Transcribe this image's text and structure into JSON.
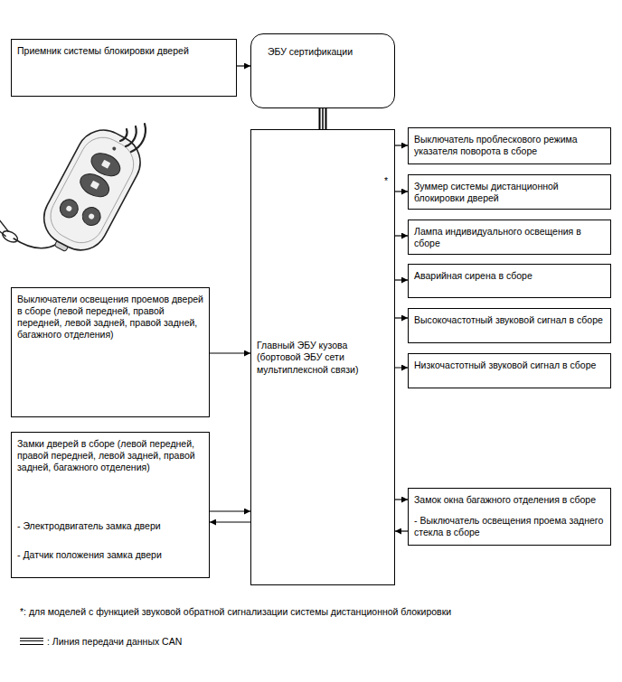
{
  "diagram": {
    "nodes": [
      {
        "text": [
          "Приемник системы блокировки дверей"
        ]
      },
      {
        "text": [
          "ЭБУ сертификации"
        ]
      },
      {
        "text": [
          "Главный ЭБУ кузова (бортовой ЭБУ сети мультиплексной связи)"
        ]
      },
      {
        "text": [
          "Выключатель проблескового режима указателя поворота в сборе"
        ]
      },
      {
        "text": [
          "Зуммер системы дистанционной блокировки дверей"
        ]
      },
      {
        "text": [
          "Лампа индивидуального освещения в сборе"
        ]
      },
      {
        "text": [
          "Аварийная сирена в сборе"
        ]
      },
      {
        "text": [
          "Высокочастотный звуковой сигнал в сборе"
        ]
      },
      {
        "text": [
          "Низкочастотный звуковой сигнал в сборе"
        ]
      },
      {
        "text": [
          "Выключатели освещения проемов дверей в сборе (левой передней, правой передней, левой задней, правой задней, багажного отделения)"
        ]
      },
      {
        "text": [
          "Замки дверей в сборе (левой передней, правой передней, левой задней, правой задней, багажного отделения)",
          "- Электродвигатель замка двери",
          "- Датчик положения замка двери"
        ]
      },
      {
        "text": [
          "Замок окна багажного отделения в сборе",
          "- Выключатель освещения проема заднего стекла в сборе"
        ]
      }
    ],
    "edges": [
      {
        "from": 0,
        "to": 1,
        "arrow": "to"
      },
      {
        "from": 1,
        "to": 2,
        "arrow": "none"
      },
      {
        "from": 2,
        "to": 3,
        "arrow": "to"
      },
      {
        "from": 2,
        "to": 4,
        "arrow": "to"
      },
      {
        "from": 2,
        "to": 5,
        "arrow": "to"
      },
      {
        "from": 2,
        "to": 6,
        "arrow": "to"
      },
      {
        "from": 2,
        "to": 7,
        "arrow": "to"
      },
      {
        "from": 2,
        "to": 8,
        "arrow": "to"
      },
      {
        "from": 9,
        "to": 2,
        "arrow": "to"
      },
      {
        "from": 10,
        "to": 2,
        "arrow": "to"
      },
      {
        "from": 2,
        "to": 10,
        "arrow": "to"
      },
      {
        "from": 2,
        "to": 11,
        "arrow": "to"
      },
      {
        "from": 11,
        "to": 2,
        "arrow": "to"
      }
    ],
    "labels": [
      "*",
      "*: для моделей с функцией звуковой обратной сигнализации системы дистанционной блокировки"
    ],
    "legend": [
      {
        "text": ": Линия передачи данных CAN"
      }
    ]
  }
}
